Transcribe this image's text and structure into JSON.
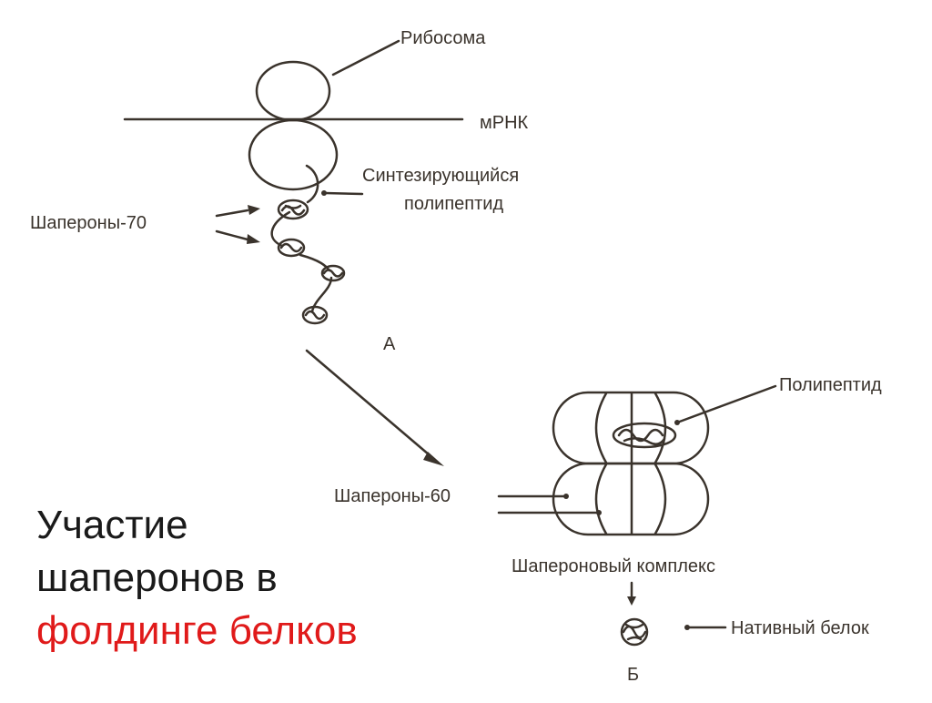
{
  "labels": {
    "ribosome": "Рибосома",
    "mrna": "мРНК",
    "synth_line1": "Синтезирующийся",
    "synth_line2": "полипептид",
    "chaperones70": "Шапероны-70",
    "stage_a": "А",
    "polypeptide": "Полипептид",
    "chaperones60": "Шапероны-60",
    "complex": "Шапероновый комплекс",
    "native": "Нативный белок",
    "stage_b": "Б"
  },
  "title": {
    "line1": "Участие",
    "line2": "шаперонов в",
    "line3": "фолдинге белков"
  },
  "colors": {
    "line": "#3a332c",
    "accent": "#e01a1a",
    "text": "#1a1a1a"
  }
}
